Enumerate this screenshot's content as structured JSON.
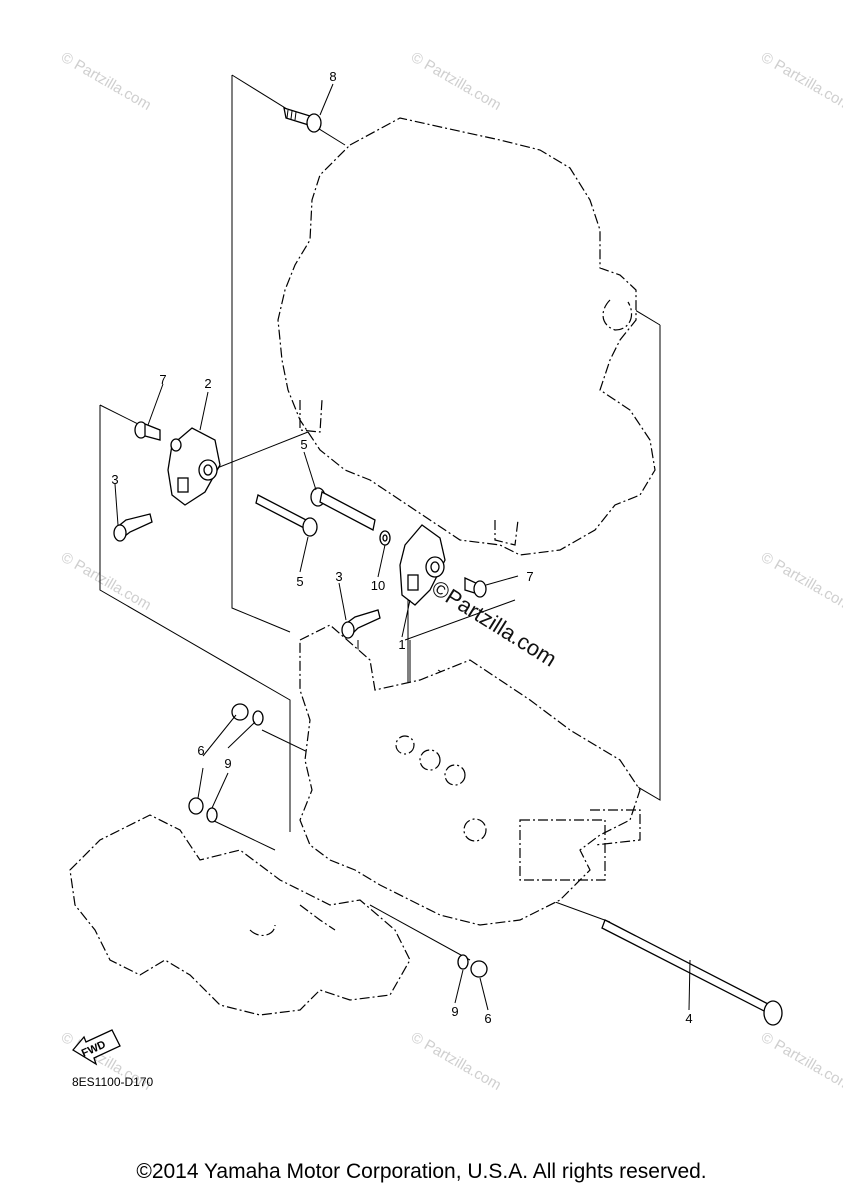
{
  "callouts": {
    "c1": "1",
    "c2": "2",
    "c3a": "3",
    "c3b": "3",
    "c4": "4",
    "c5a": "5",
    "c5b": "5",
    "c6a": "6",
    "c6b": "6",
    "c7a": "7",
    "c7b": "7",
    "c8": "8",
    "c9a": "9",
    "c9b": "9",
    "c10": "10"
  },
  "diagram_code": "8ES1100-D170",
  "fwd_label": "FWD",
  "watermark": {
    "small": "© Partzilla.com",
    "center": "©Partzilla.com"
  },
  "copyright": "©2014 Yamaha Motor Corporation, U.S.A. All rights reserved."
}
